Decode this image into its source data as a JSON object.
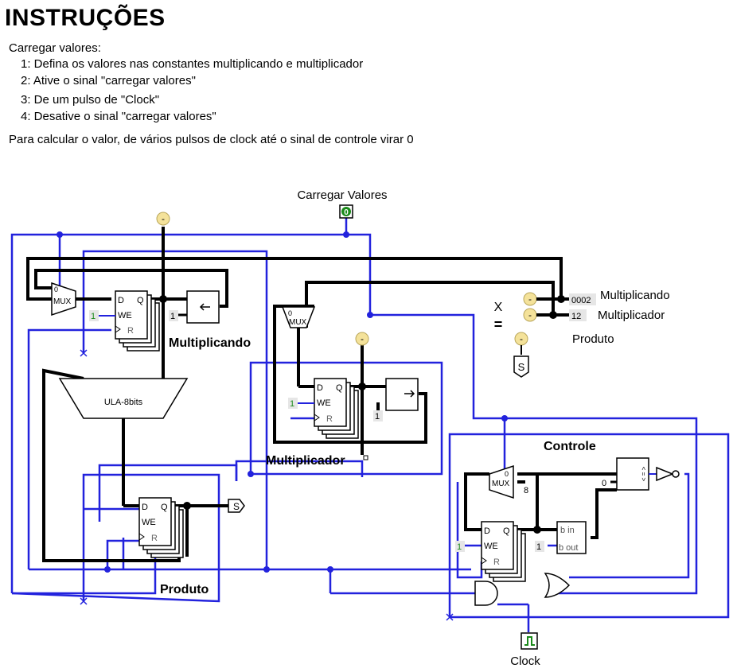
{
  "title": "INSTRUÇÕES",
  "instructions": {
    "header": "Carregar valores:",
    "steps": [
      "1: Defina os valores nas constantes multiplicando e multiplicador",
      "2: Ative o sinal \"carregar valores\"",
      "3: De um pulso de \"Clock\"",
      "4: Desative o sinal \"carregar valores\""
    ],
    "note": "Para calcular o valor, de vários pulsos de clock até o sinal de controle virar 0"
  },
  "circuit": {
    "carregar_label": "Carregar Valores",
    "carregar_value": "0",
    "minus_symbol": "-",
    "mux_label": "MUX",
    "mux_sel0": "0",
    "reg_d": "D",
    "reg_q": "Q",
    "reg_we": "WE",
    "reg_r": "R",
    "const_one": "1",
    "const_zero": "0",
    "const_eight": "8",
    "alu_label": "ULA-8bits",
    "subtractor_in": "b in",
    "subtractor_out": "b out",
    "comparator_sym": "< = >",
    "probe_s": "S",
    "multiply_sym": "X",
    "equals_sym": "=",
    "multiplicando_value": "0002",
    "multiplicador_value": "12",
    "label_multiplicando": "Multiplicando",
    "label_multiplicador": "Multiplicador",
    "label_produto": "Produto",
    "label_controle": "Controle",
    "label_clock": "Clock"
  },
  "colors": {
    "wire_data": "#000000",
    "wire_signal": "#2222dd",
    "pin_yellow": "#f4e29a",
    "pin_green": "#1a8a1a",
    "const_bg": "#e6e6e6"
  }
}
